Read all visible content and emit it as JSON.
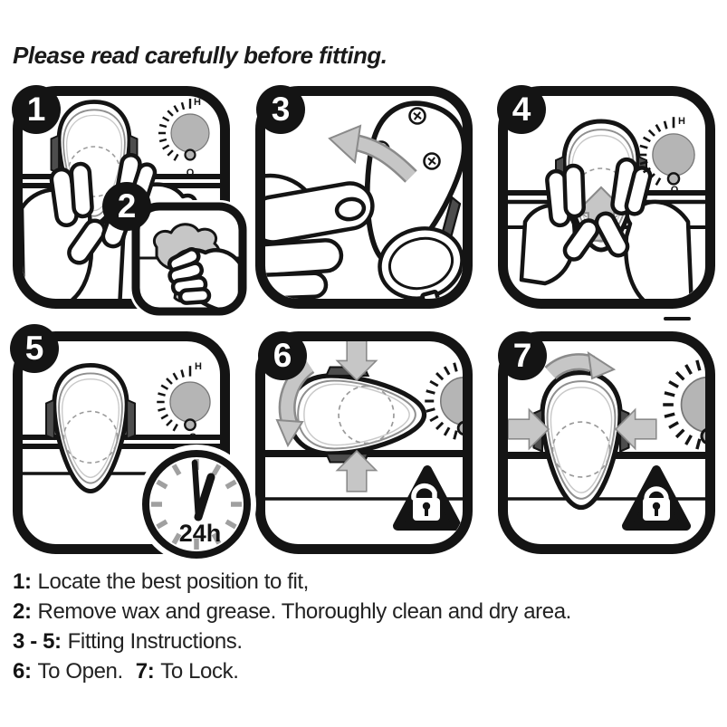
{
  "title": "Please read carefully before fitting.",
  "badges": [
    "1",
    "2",
    "3",
    "4",
    "5",
    "6",
    "7"
  ],
  "dial": {
    "high": "H",
    "off": "O"
  },
  "clock": {
    "duration": "24h"
  },
  "instructions": [
    {
      "num": "1:",
      "text": "Locate the best position to fit,"
    },
    {
      "num": "2:",
      "text": "Remove wax and grease. Thoroughly clean and dry area."
    },
    {
      "num": "3 - 5:",
      "text": "Fitting Instructions."
    },
    {
      "num": "6:",
      "text": "To Open.",
      "num2": "7:",
      "text2": "To Lock."
    }
  ],
  "colors": {
    "ink": "#141414",
    "illustration_gray": "#b5b5b5",
    "arrow_gray": "#c6c6c6",
    "clock_tick_gray": "#a0a0a0"
  }
}
